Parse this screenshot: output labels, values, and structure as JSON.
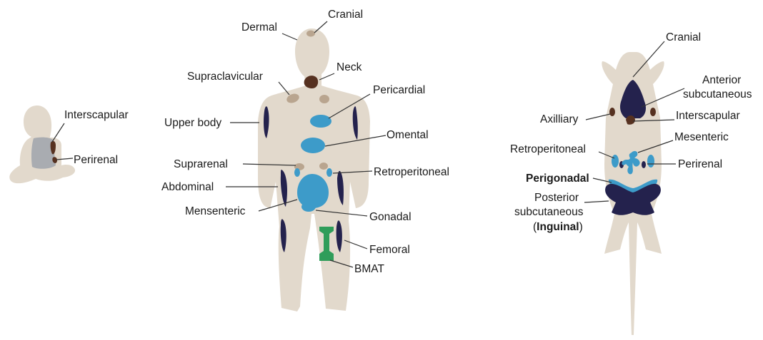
{
  "colors": {
    "body": "#e2d9cc",
    "brown_fat": "#563120",
    "beige_fat": "#b9a58f",
    "visceral_fat": "#3d9bc9",
    "subcutaneous_fat": "#24224d",
    "bone_marrow_fat": "#2f9d5a",
    "baby_back": "#a9acb1"
  },
  "infant": {
    "labels": {
      "interscapular": "Interscapular",
      "perirenal": "Perirenal"
    }
  },
  "human": {
    "labels": {
      "cranial": "Cranial",
      "dermal": "Dermal",
      "neck": "Neck",
      "supraclavicular": "Supraclavicular",
      "pericardial": "Pericardial",
      "upper_body": "Upper body",
      "omental": "Omental",
      "suprarenal": "Suprarenal",
      "retroperitoneal": "Retroperitoneal",
      "abdominal": "Abdominal",
      "mesenteric": "Mensenteric",
      "gonadal": "Gonadal",
      "femoral": "Femoral",
      "bmat": "BMAT"
    }
  },
  "mouse": {
    "labels": {
      "cranial": "Cranial",
      "anterior_line1": "Anterior",
      "anterior_line2": "subcutaneous",
      "axilliary": "Axilliary",
      "interscapular": "Interscapular",
      "mesenteric": "Mesenteric",
      "retroperitoneal": "Retroperitoneal",
      "perirenal": "Perirenal",
      "perigonadal": "Perigonadal",
      "posterior_line1": "Posterior",
      "posterior_line2": "subcutaneous",
      "inguinal_open": "(",
      "inguinal": "Inguinal",
      "inguinal_close": ")"
    }
  }
}
